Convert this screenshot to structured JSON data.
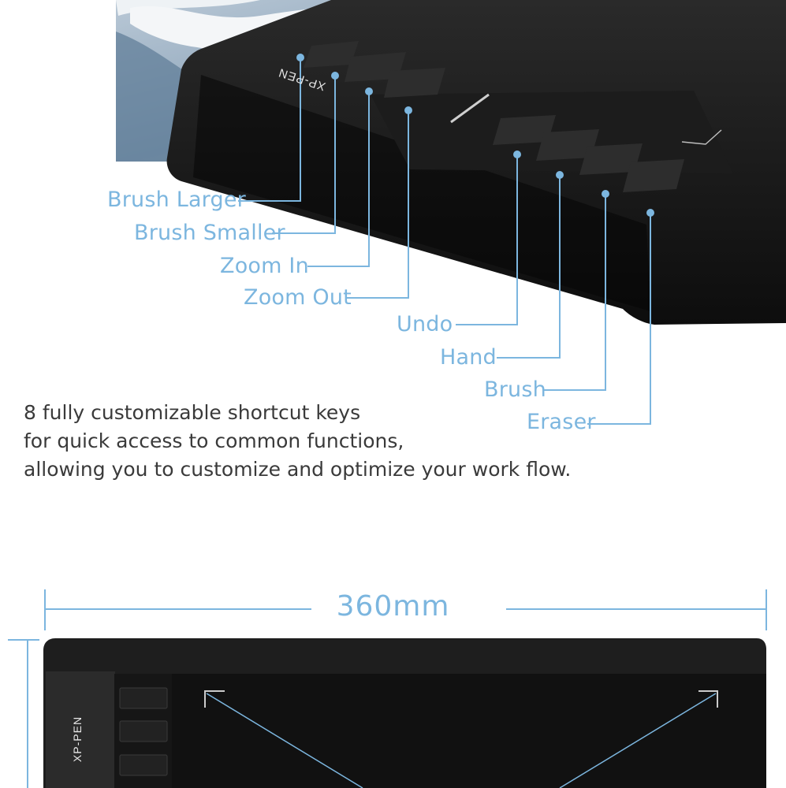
{
  "callouts": {
    "brush_larger": "Brush Larger",
    "brush_smaller": "Brush Smaller",
    "zoom_in": "Zoom In",
    "zoom_out": "Zoom Out",
    "undo": "Undo",
    "hand": "Hand",
    "brush": "Brush",
    "eraser": "Eraser"
  },
  "description": {
    "line1": "8 fully customizable shortcut keys",
    "line2": "for quick access to common functions,",
    "line3": "allowing you to customize and optimize your work flow."
  },
  "dimension": {
    "width_label": "360mm"
  },
  "brand": {
    "logo_text": "XP-PEN"
  },
  "colors": {
    "accent": "#7cb6df",
    "tablet": "#1a1a1a",
    "text": "#3a3a3a"
  }
}
